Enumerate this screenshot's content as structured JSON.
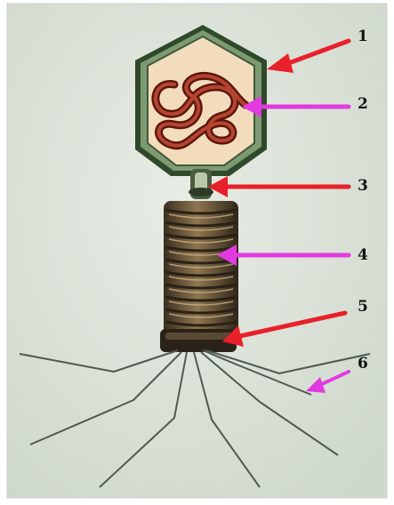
{
  "labels": [
    "1",
    "2",
    "3",
    "4",
    "5",
    "6"
  ],
  "colors": {
    "arrow_red": "#e8202a",
    "arrow_magenta": "#e23ae0",
    "background": "#dfe5dd",
    "capsid_outline": "#3f5a3a",
    "capsid_fill": "#f1d9b8",
    "dna": "#8a2418",
    "sheath_dark": "#3a2f1e",
    "sheath_light": "#a98e63"
  }
}
